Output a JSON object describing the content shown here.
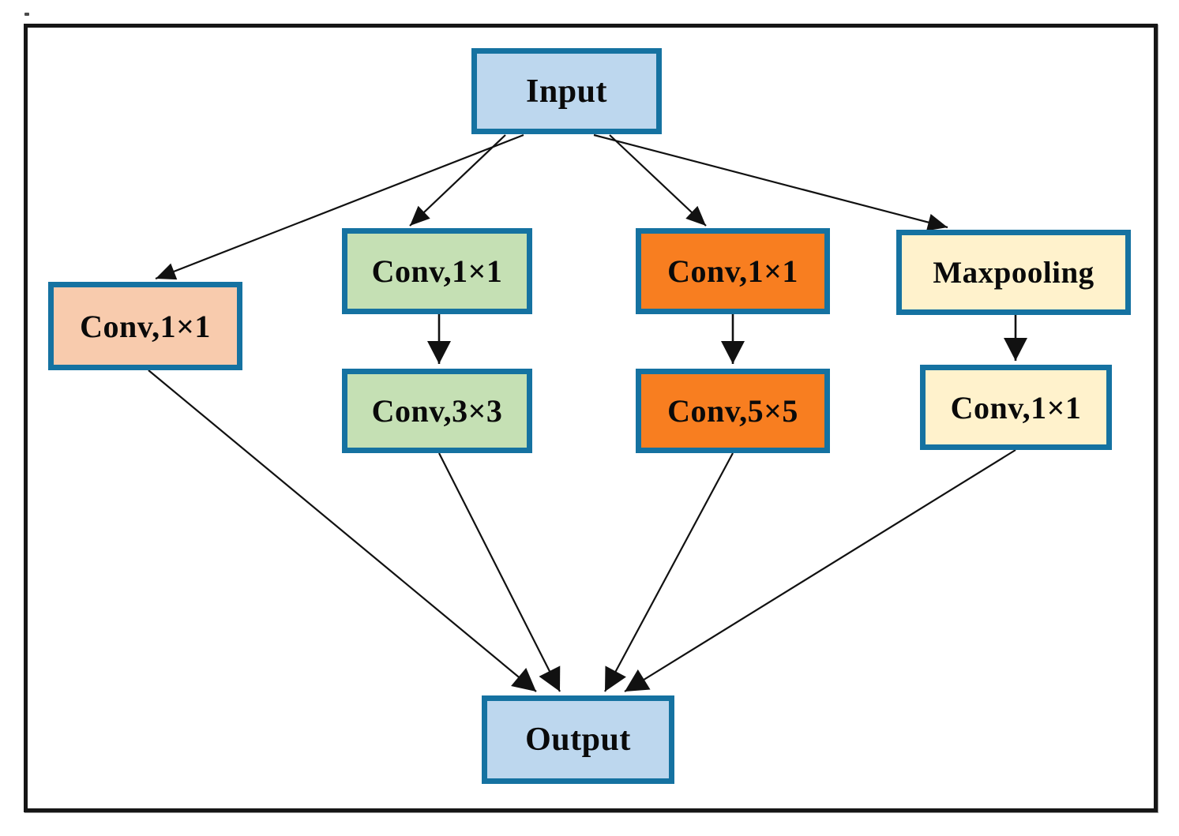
{
  "diagram": {
    "type": "inception-module-architecture",
    "nodes": [
      {
        "id": "input",
        "label": "Input",
        "fill": "blue"
      },
      {
        "id": "conv1x1-b1",
        "label": "Conv,1×1",
        "fill": "peach"
      },
      {
        "id": "conv1x1-b2",
        "label": "Conv,1×1",
        "fill": "green"
      },
      {
        "id": "conv3x3-b2",
        "label": "Conv,3×3",
        "fill": "green"
      },
      {
        "id": "conv1x1-b3",
        "label": "Conv,1×1",
        "fill": "orange"
      },
      {
        "id": "conv5x5-b3",
        "label": "Conv,5×5",
        "fill": "orange"
      },
      {
        "id": "maxpooling-b4",
        "label": "Maxpooling",
        "fill": "cream"
      },
      {
        "id": "conv1x1-b4",
        "label": "Conv,1×1",
        "fill": "cream"
      },
      {
        "id": "output",
        "label": "Output",
        "fill": "blue"
      }
    ],
    "edges": [
      {
        "from": "input",
        "to": "conv1x1-b1"
      },
      {
        "from": "input",
        "to": "conv1x1-b2"
      },
      {
        "from": "input",
        "to": "conv1x1-b3"
      },
      {
        "from": "input",
        "to": "maxpooling-b4"
      },
      {
        "from": "conv1x1-b2",
        "to": "conv3x3-b2"
      },
      {
        "from": "conv1x1-b3",
        "to": "conv5x5-b3"
      },
      {
        "from": "maxpooling-b4",
        "to": "conv1x1-b4"
      },
      {
        "from": "conv1x1-b1",
        "to": "output"
      },
      {
        "from": "conv3x3-b2",
        "to": "output"
      },
      {
        "from": "conv5x5-b3",
        "to": "output"
      },
      {
        "from": "conv1x1-b4",
        "to": "output"
      }
    ]
  },
  "colors": {
    "blue": "#BDD7EE",
    "peach": "#F8CBAD",
    "green": "#C5E0B4",
    "orange": "#F87E20",
    "cream": "#FFF2CC",
    "border": "#1572A1",
    "frame": "#161616",
    "arrow": "#111111"
  }
}
